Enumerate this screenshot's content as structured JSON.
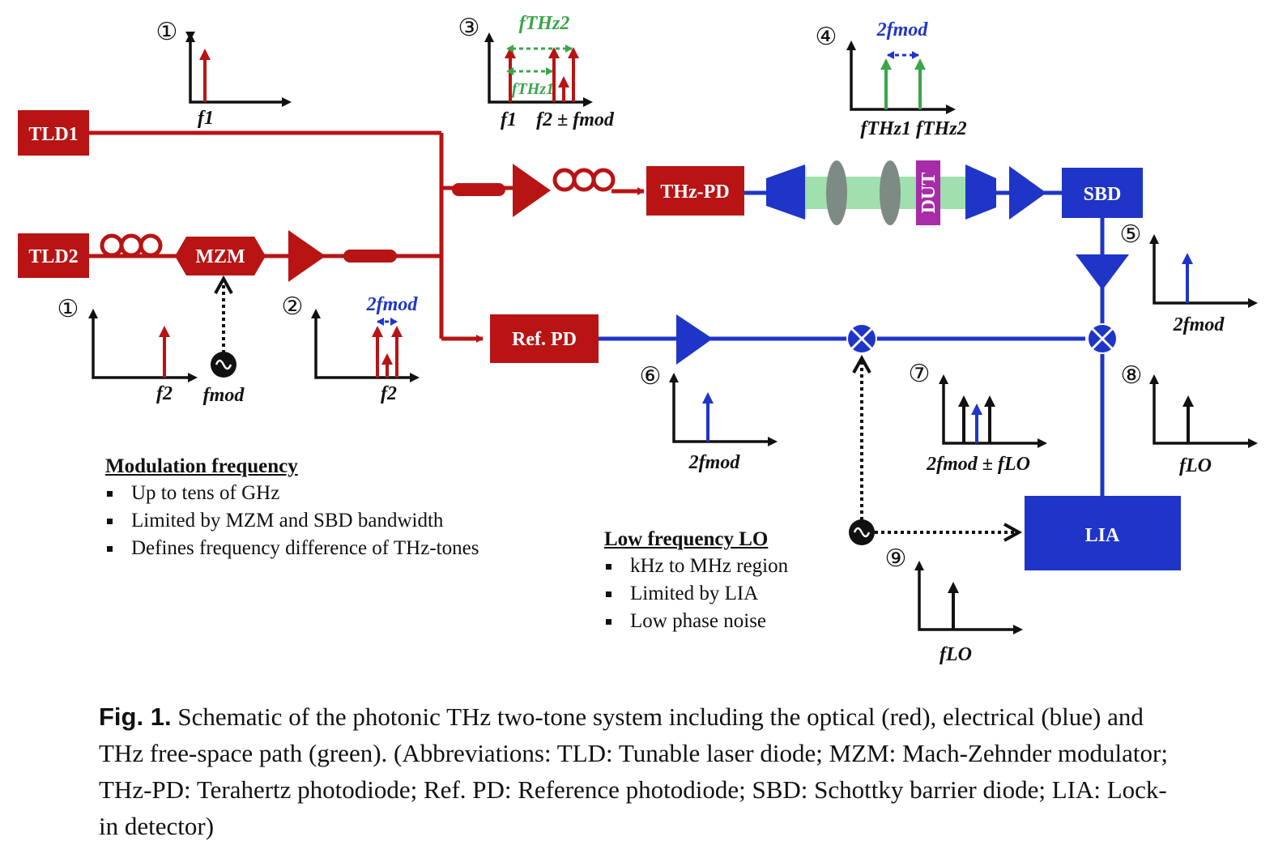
{
  "colors": {
    "optical": "#b81414",
    "electrical": "#1f35c8",
    "thz": "#8fd9a0",
    "dut": "#a82ca8"
  },
  "blocks": {
    "tld1": "TLD1",
    "tld2": "TLD2",
    "mzm": "MZM",
    "thz_pd": "THz-PD",
    "ref_pd": "Ref. PD",
    "sbd": "SBD",
    "lia": "LIA",
    "dut": "DUT"
  },
  "markers": {
    "m1": "①",
    "m2": "②",
    "m3": "③",
    "m4": "④",
    "m5": "⑤",
    "m6": "⑥",
    "m7": "⑦",
    "m8": "⑧",
    "m9": "⑨"
  },
  "spectra": {
    "s1_top": "f1",
    "s1_low": "f2",
    "fmod_source": "fmod",
    "s2_label": "2fmod",
    "s2_axis": "f2",
    "s3_top": "fTHz2",
    "s3_mid": "fTHz1",
    "s3_axis_a": "f1",
    "s3_axis_b": "f2 ± fmod",
    "s4_top": "2fmod",
    "s4_axis": "fTHz1 fTHz2",
    "s5_axis": "2fmod",
    "s6_axis": "2fmod",
    "s7_axis": "2fmod ± fLO",
    "s8_axis": "fLO",
    "s9_axis": "fLO"
  },
  "notes_mod": {
    "title": "Modulation frequency",
    "items": [
      "Up to tens of GHz",
      "Limited by MZM and SBD bandwidth",
      "Defines frequency difference of THz-tones"
    ]
  },
  "notes_lo": {
    "title": "Low frequency LO",
    "items": [
      "kHz to MHz region",
      "Limited by LIA",
      "Low phase noise"
    ]
  },
  "caption": {
    "fig": "Fig. 1.",
    "text": "Schematic of the photonic THz two-tone system including the optical (red), electrical (blue) and THz free-space path (green). (Abbreviations: TLD: Tunable laser diode; MZM: Mach-Zehnder modulator; THz-PD: Terahertz photodiode; Ref. PD: Reference photodiode; SBD: Schottky barrier diode; LIA: Lock-in detector)"
  }
}
